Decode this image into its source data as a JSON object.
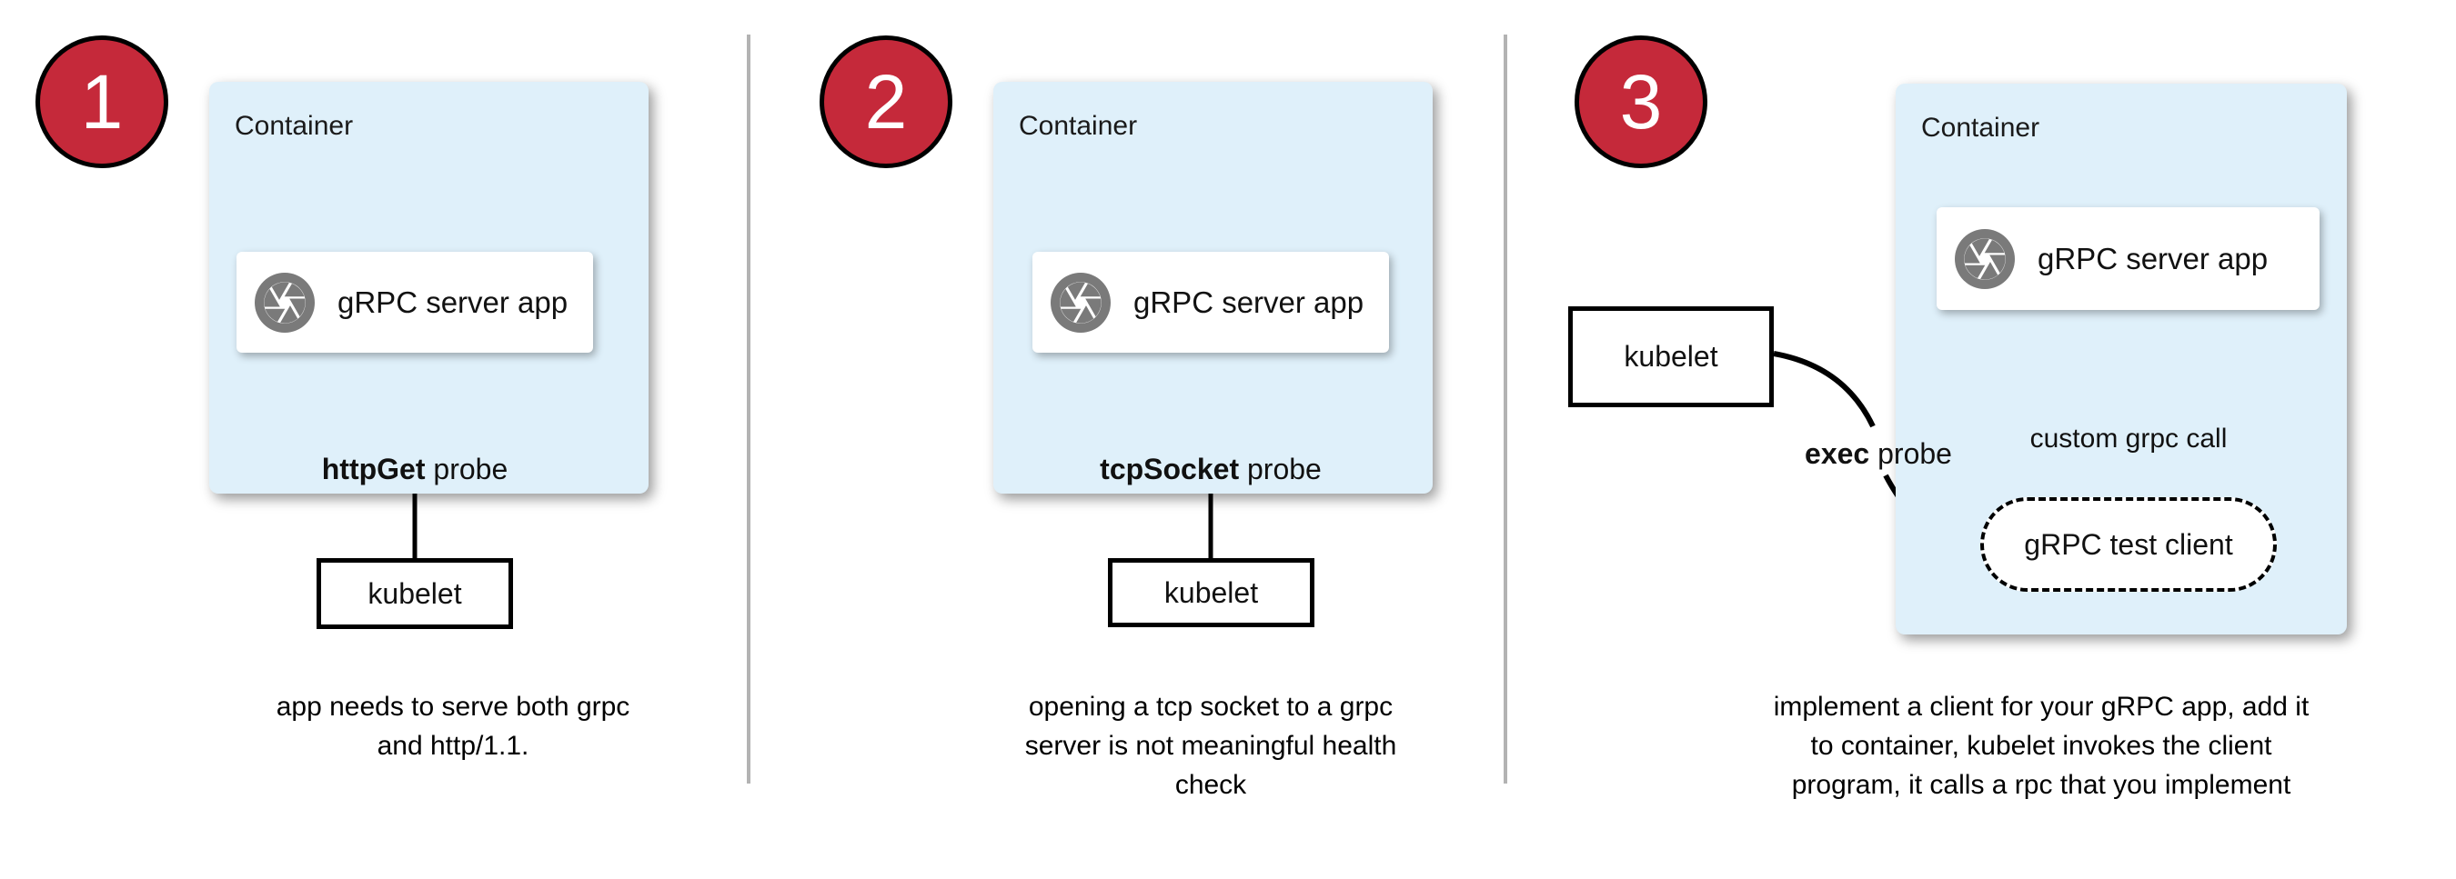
{
  "colors": {
    "accent_red": "#C5293A",
    "container_blue": "#DFF0FA",
    "icon_gray": "#7A7A7A",
    "divider_gray": "#B3B3B3"
  },
  "panels": [
    {
      "number": "1",
      "container_label": "Container",
      "app_label": "gRPC server app",
      "probe_bold": "httpGet",
      "probe_rest": " probe",
      "kubelet_label": "kubelet",
      "caption_lines": [
        "app needs to serve both grpc",
        "and http/1.1."
      ]
    },
    {
      "number": "2",
      "container_label": "Container",
      "app_label": "gRPC server app",
      "probe_bold": "tcpSocket",
      "probe_rest": " probe",
      "kubelet_label": "kubelet",
      "caption_lines": [
        "opening a tcp socket to a grpc",
        "server is not meaningful health",
        "check"
      ]
    },
    {
      "number": "3",
      "container_label": "Container",
      "app_label": "gRPC server app",
      "exec_bold": "exec",
      "exec_rest": " probe",
      "custom_call_label": "custom grpc call",
      "test_client_label": "gRPC test client",
      "kubelet_label": "kubelet",
      "caption_lines": [
        "implement a client for your gRPC app, add it",
        "to container, kubelet invokes the client",
        "program, it calls a rpc that you implement"
      ]
    }
  ]
}
